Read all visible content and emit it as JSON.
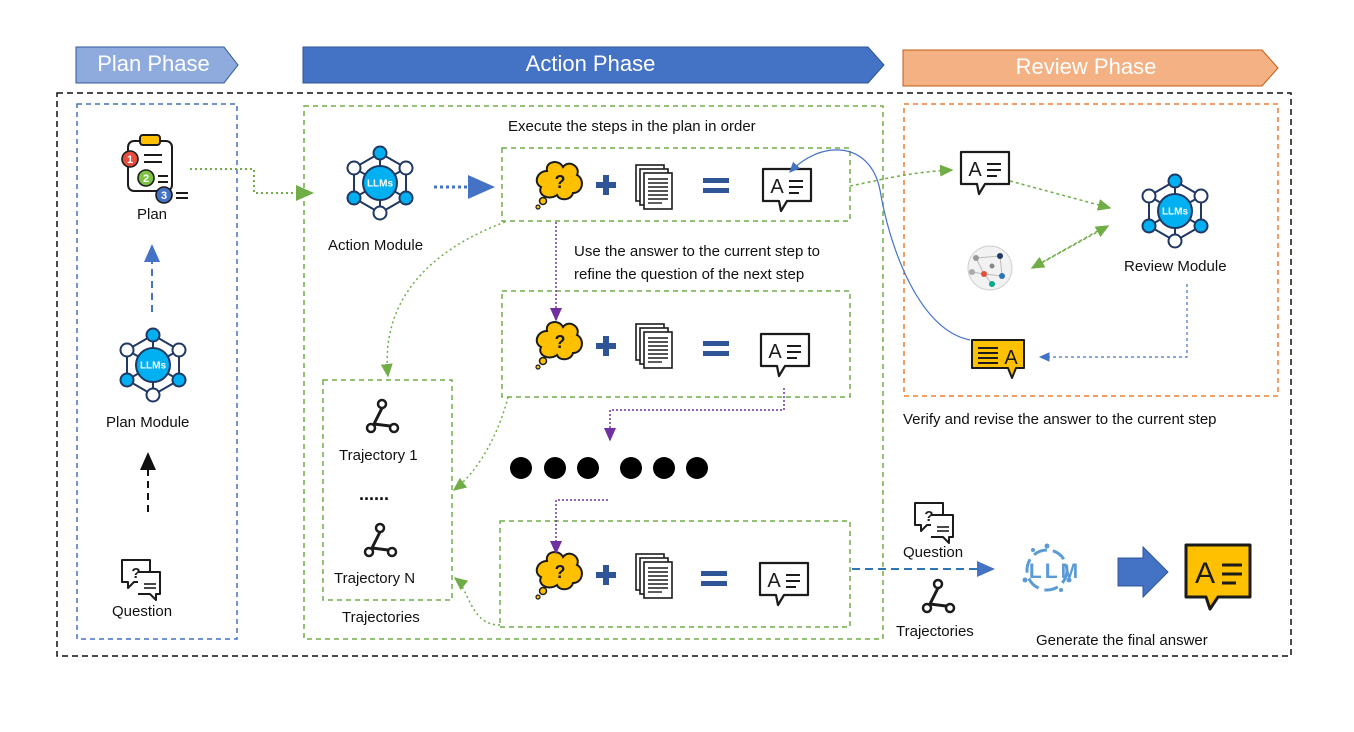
{
  "phases": {
    "plan": {
      "label": "Plan Phase",
      "color": "#8faadc"
    },
    "action": {
      "label": "Action Phase",
      "color": "#4472c4"
    },
    "review": {
      "label": "Review Phase",
      "color": "#f4b183"
    }
  },
  "plan_column": {
    "plan_label": "Plan",
    "module_label": "Plan Module",
    "question_label": "Question"
  },
  "action_column": {
    "caption_top": "Execute the steps in the plan in order",
    "module_label": "Action Module",
    "refine_line1": "Use the answer to the current step to",
    "refine_line2": "refine the question of the next step",
    "trajectory_1": "Trajectory 1",
    "trajectory_dots": "......",
    "trajectory_n": "Trajectory N",
    "trajectories_caption": "Trajectories"
  },
  "review_column": {
    "module_label": "Review Module",
    "caption": "Verify and revise the answer to the current step"
  },
  "final": {
    "question_label": "Question",
    "trajectories_label": "Trajectories",
    "llm_text": "LLM",
    "caption": "Generate the final answer"
  },
  "icons": {
    "llm_badge": "LLMs",
    "question_mark": "?",
    "answer_letter": "A",
    "plus": "+",
    "equals": "="
  },
  "colors": {
    "green_dash": "#70ad47",
    "blue_dash": "#4472c4",
    "orange_dash": "#ed7d31",
    "purple_dash": "#7030a0",
    "llm_cyan": "#00b0f0",
    "thought_yellow": "#ffc000"
  }
}
